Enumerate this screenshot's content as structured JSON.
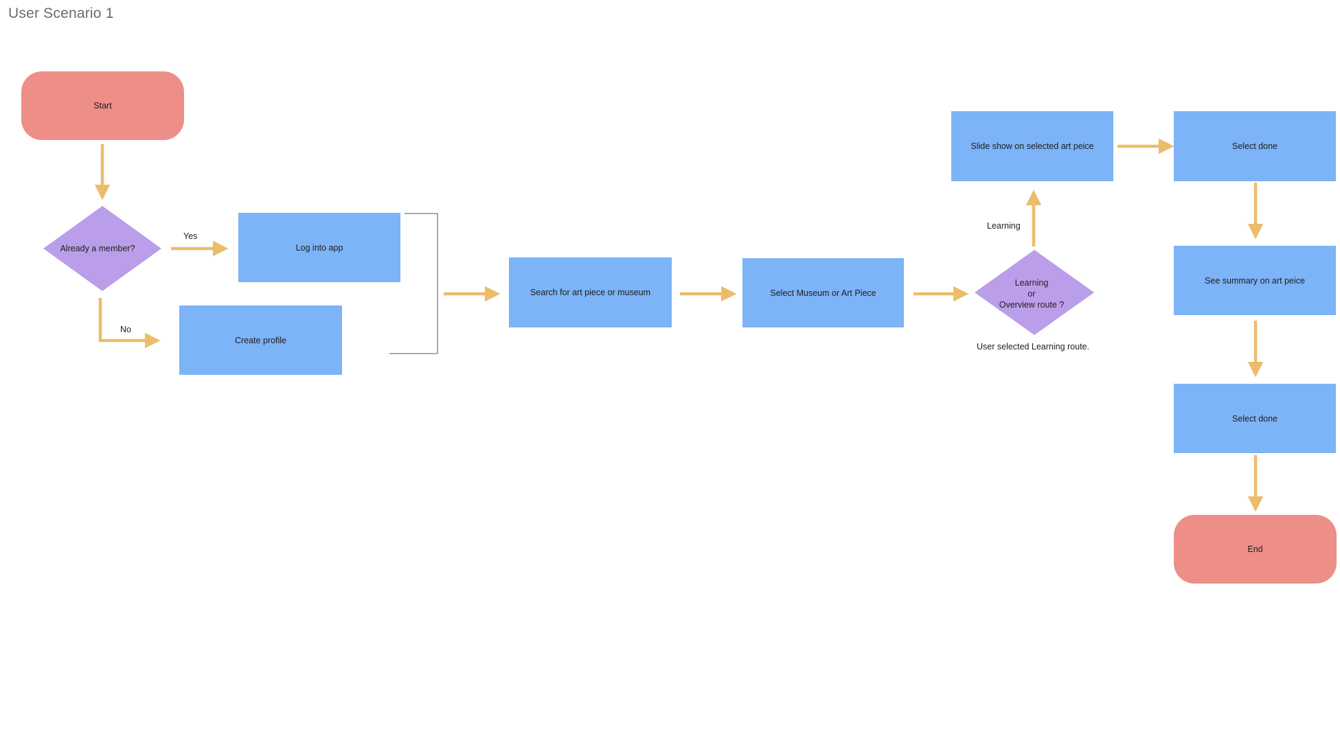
{
  "title": "User Scenario 1",
  "colors": {
    "terminal": "#ee8e88",
    "process": "#7db3f7",
    "decision": "#bb9eea",
    "arrow": "#ebbd6b",
    "bracket": "#555555"
  },
  "nodes": {
    "start": "Start",
    "already_member": "Already a member?",
    "log_into_app": "Log into app",
    "create_profile": "Create profile",
    "search": "Search for art piece or museum",
    "select_museum": "Select Museum or Art Piece",
    "route_decision": "Learning\nor\nOverview route ?",
    "slide_show": "Slide show on selected art peice",
    "select_done_1": "Select done",
    "see_summary": "See summary on art peice",
    "select_done_2": "Select done",
    "end": "End"
  },
  "edge_labels": {
    "yes": "Yes",
    "no": "No",
    "learning": "Learning",
    "route_note": "User selected Learning route."
  }
}
